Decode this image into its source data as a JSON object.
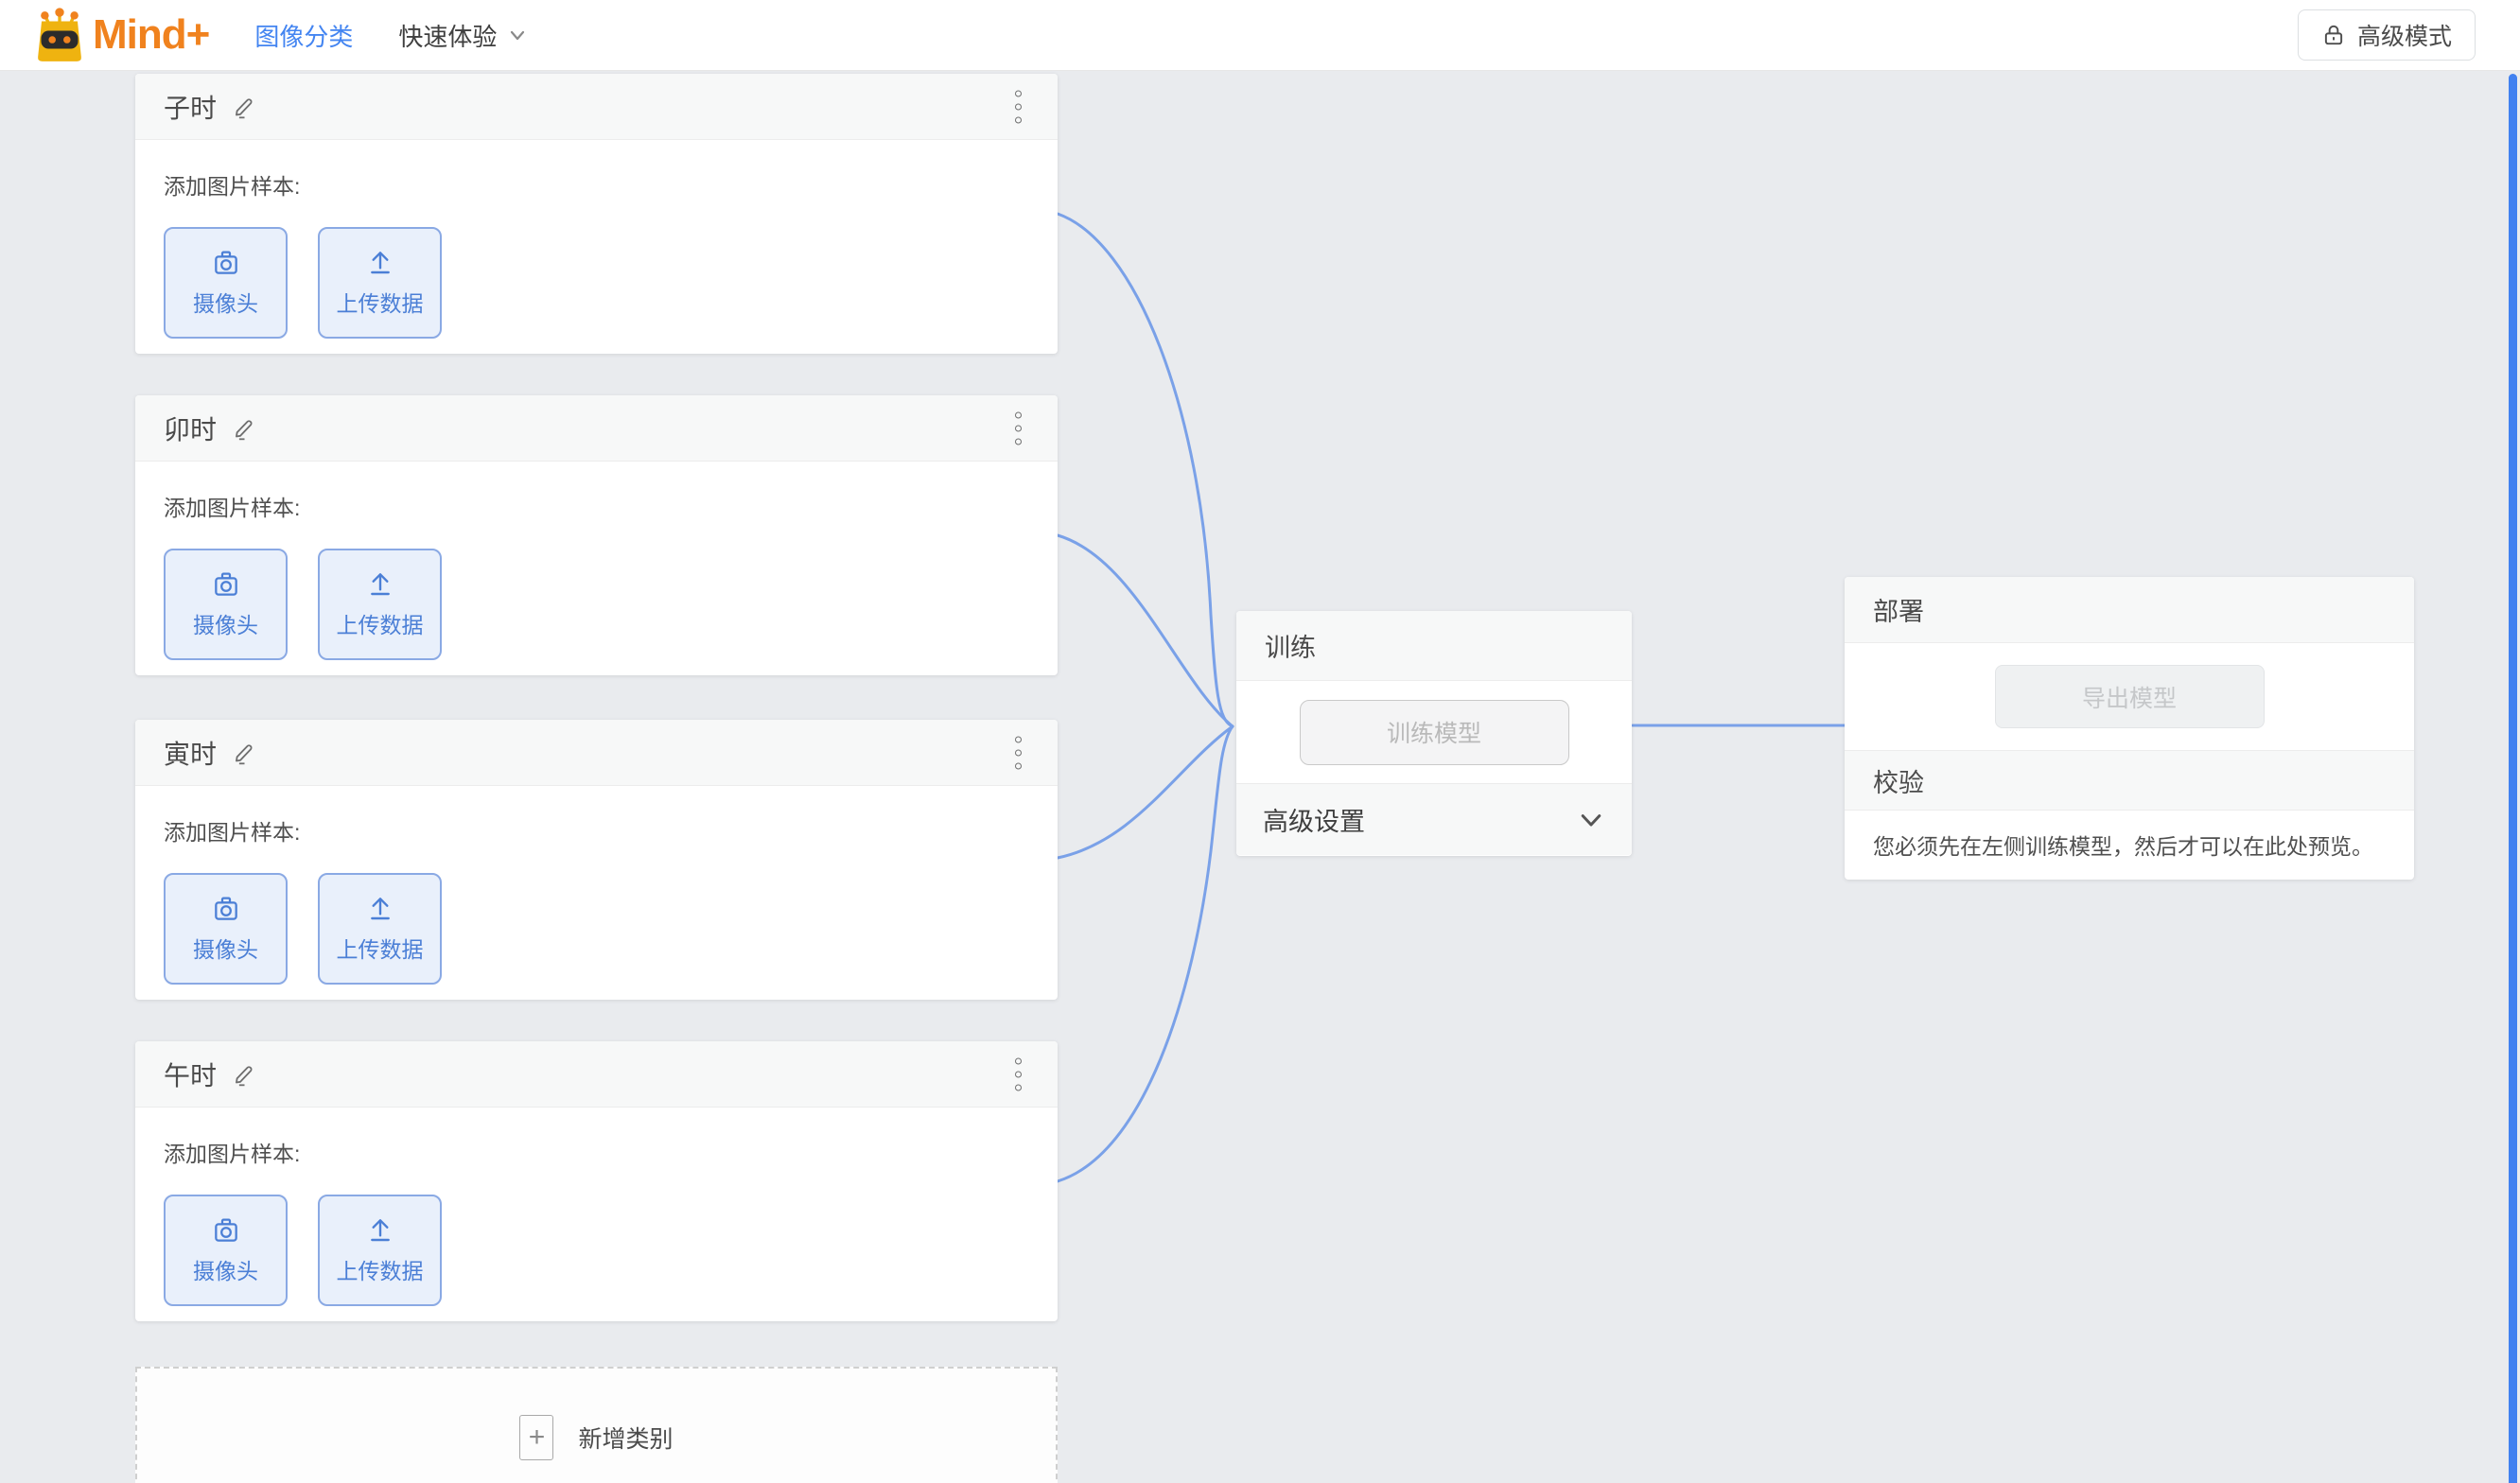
{
  "navbar": {
    "logo_text": "Mind+",
    "nav_items": [
      {
        "label": "图像分类",
        "active": true
      },
      {
        "label": "快速体验",
        "active": false,
        "has_dropdown": true
      }
    ],
    "advanced_mode_label": "高级模式"
  },
  "categories": {
    "items": [
      {
        "name": "子时"
      },
      {
        "name": "卯时"
      },
      {
        "name": "寅时"
      },
      {
        "name": "午时"
      }
    ],
    "add_sample_label": "添加图片样本:",
    "camera_label": "摄像头",
    "upload_label": "上传数据",
    "add_category_label": "新增类别"
  },
  "training": {
    "title": "训练",
    "train_button_label": "训练模型",
    "train_button_state": "disabled",
    "advanced_settings_label": "高级设置"
  },
  "deploy": {
    "title": "部署",
    "export_button_label": "导出模型",
    "export_button_state": "disabled"
  },
  "validation": {
    "title": "校验",
    "message": "您必须先在左侧训练模型，然后才可以在此处预览。"
  },
  "icons": {
    "logo": "robot-icon",
    "nav_dropdown": "chevron-down-icon",
    "advanced_mode": "lock-icon",
    "category_edit": "pencil-icon",
    "category_menu": "kebab-menu-icon",
    "camera": "camera-icon",
    "upload": "upload-arrow-icon",
    "add_category": "plus-icon",
    "advanced_settings": "chevron-down-icon"
  },
  "colors": {
    "brand_orange": "#f0821e",
    "brand_gold": "#efb310",
    "nav_active_blue": "#4485f1",
    "canvas_bg": "#e9ebee",
    "connection_line": "#7aa1e8",
    "scrollbar_blue": "#4181f0",
    "sample_button_bg": "#e9f0fb",
    "sample_button_border": "#8aa9e4",
    "sample_button_text": "#4b7fd6"
  }
}
